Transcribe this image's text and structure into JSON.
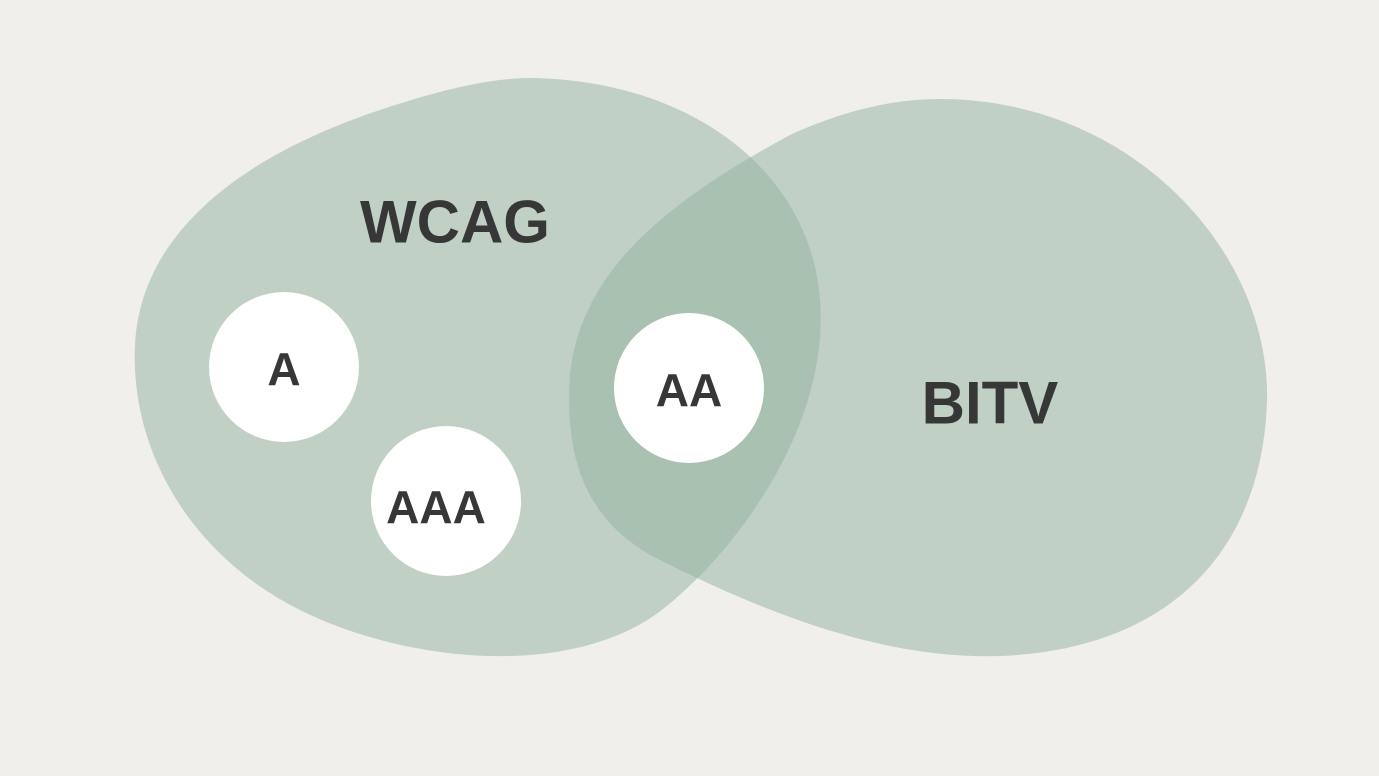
{
  "diagram": {
    "sets": [
      {
        "id": "wcag",
        "label": "WCAG"
      },
      {
        "id": "bitv",
        "label": "BITV"
      }
    ],
    "levels": [
      {
        "id": "a",
        "label": "A",
        "in": [
          "wcag"
        ]
      },
      {
        "id": "aaa",
        "label": "AAA",
        "in": [
          "wcag"
        ]
      },
      {
        "id": "aa",
        "label": "AA",
        "in": [
          "wcag",
          "bitv"
        ]
      }
    ]
  },
  "colors": {
    "background": "#f0efea",
    "blob": "#8fb29d",
    "circle": "#ffffff",
    "text": "#373737"
  }
}
